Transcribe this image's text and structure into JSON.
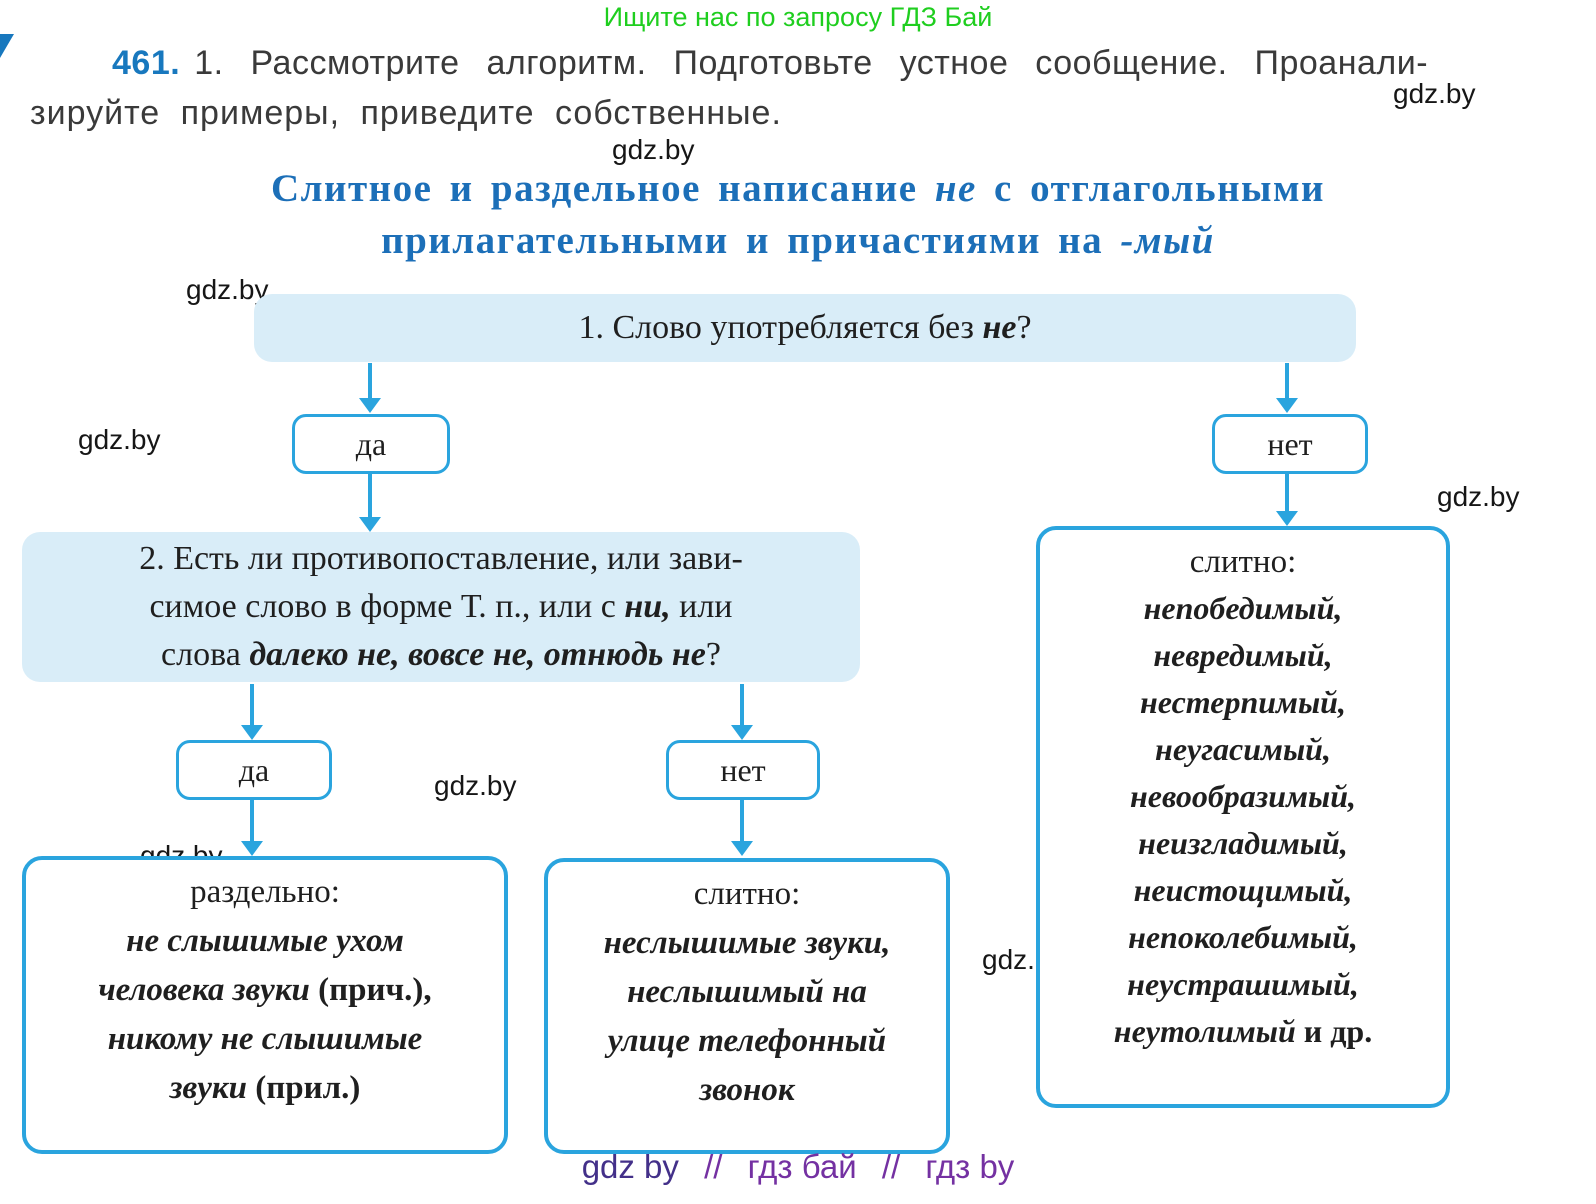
{
  "promo": "Ищите нас по запросу ГДЗ Бай",
  "watermark": "gdz.by",
  "task": {
    "number": "461.",
    "line1": "1. Рассмотрите алгоритм. Подготовьте устное сообщение. Проанали-",
    "line2": "зируйте примеры, приведите собственные."
  },
  "title": {
    "line1_prefix": "Слитное и раздельное написание ",
    "line1_italic": "не",
    "line1_suffix": " с отглагольными",
    "line2_prefix": "прилагательными и причастиями на ",
    "line2_italic": "-мый"
  },
  "flowchart": {
    "q1": {
      "prefix": "1. Слово употребляется без ",
      "emphasis": "не",
      "suffix": "?"
    },
    "yes1": "да",
    "no1": "нет",
    "q2": {
      "line1": "2. Есть ли противопоставление, или зави-",
      "line2_prefix": "симое слово в форме Т. п., или с ",
      "line2_emphasis": "ни,",
      "line2_suffix": " или",
      "line3_prefix": "слова ",
      "line3_emphasis": "далеко не, вовсе не, отнюдь не",
      "line3_suffix": "?"
    },
    "yes2": "да",
    "no2": "нет",
    "result_separate": {
      "header": "раздельно:",
      "line1": "не слышимые ухом",
      "line2_italic": "человека звуки ",
      "line2_regular": "(прич.),",
      "line3": "никому не слышимые",
      "line4_italic": "звуки ",
      "line4_regular": "(прил.)"
    },
    "result_together_small": {
      "header": "слитно:",
      "lines": [
        "неслышимые звуки,",
        "неслышимый на",
        "улице телефонный",
        "звонок"
      ]
    },
    "result_together_large": {
      "header": "слитно:",
      "words": [
        "непобедимый,",
        "невредимый,",
        "нестерпимый,",
        "неугасимый,",
        "невообразимый,",
        "неизгладимый,",
        "неистощимый,",
        "непоколебимый,",
        "неустрашимый,"
      ],
      "last_word_italic": "неутолимый",
      "last_word_suffix": " и др."
    }
  },
  "footer": {
    "part1": "gdz by",
    "sep1": "//",
    "part2": "гдз бай",
    "sep2": "//",
    "part3": "гдз by"
  },
  "colors": {
    "accent_blue": "#1c6fb8",
    "flow_blue": "#2aa4de",
    "box_fill": "#d9edf8",
    "promo_green": "#1fce1f",
    "number_blue": "#1878be",
    "footer_purple": "#7431a2"
  }
}
